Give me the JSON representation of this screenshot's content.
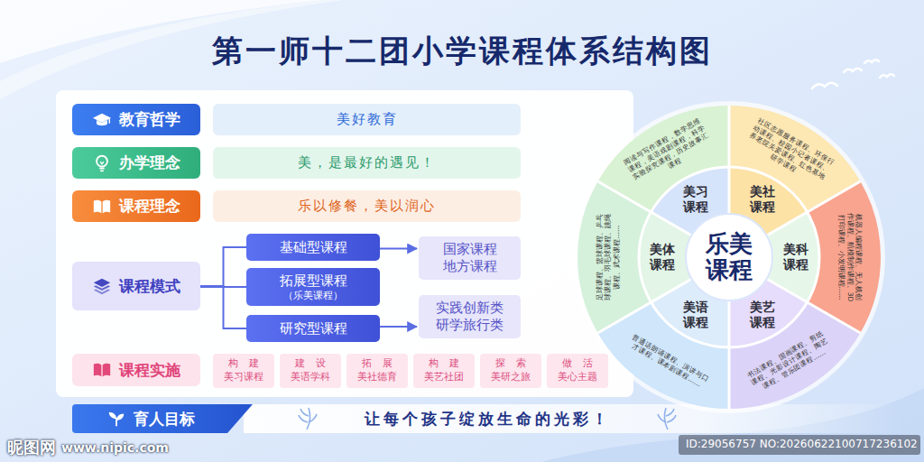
{
  "diagram": {
    "title": "第一师十二团小学课程体系结构图",
    "nodes": [
      {
        "text": [
          "教育哲学"
        ]
      },
      {
        "text": [
          "美好教育"
        ]
      },
      {
        "text": [
          "办学理念"
        ]
      },
      {
        "text": [
          "美，是最好的遇见！"
        ]
      },
      {
        "text": [
          "课程理念"
        ]
      },
      {
        "text": [
          "乐以修餐，美以润心"
        ]
      },
      {
        "text": [
          "课程模式"
        ]
      },
      {
        "text": [
          "基础型课程"
        ]
      },
      {
        "text": [
          "拓展型课程",
          "（乐美课程）"
        ]
      },
      {
        "text": [
          "研究型课程"
        ]
      },
      {
        "text": [
          "国家课程 地方课程"
        ]
      },
      {
        "text": [
          "实践创新类 研学旅行类"
        ]
      },
      {
        "text": [
          "课程实施"
        ]
      },
      {
        "text": [
          "构建",
          "美习课程"
        ]
      },
      {
        "text": [
          "建设",
          "美语学科"
        ]
      },
      {
        "text": [
          "拓展",
          "美社德育"
        ]
      },
      {
        "text": [
          "构建",
          "美艺社团"
        ]
      },
      {
        "text": [
          "探索",
          "美研之旅"
        ]
      },
      {
        "text": [
          "做活",
          "美心主题"
        ]
      },
      {
        "text": [
          "育人目标"
        ]
      },
      {
        "text": [
          "让每个孩子绽放生命的光彩！"
        ]
      },
      {
        "text": [
          "乐美课程"
        ]
      },
      {
        "text": [
          "美习课程"
        ]
      },
      {
        "text": [
          "美社课程"
        ]
      },
      {
        "text": [
          "美科课程"
        ]
      },
      {
        "text": [
          "美艺课程"
        ]
      },
      {
        "text": [
          "美语课程"
        ]
      },
      {
        "text": [
          "美体课程"
        ]
      },
      {
        "text": [
          "阅读与写作课程，数学思维课程，美语戏剧课程，科学实验探究课程，历史故事汇课程"
        ]
      },
      {
        "text": [
          "社区志愿服务课程、环保行动课程、校园小记者课程、养老院关爱课程、红色基地研学课程"
        ]
      },
      {
        "text": [
          "机器人编程课程、无人机创作课程、航模制作课程、3D打印课程、小发明课程……"
        ]
      },
      {
        "text": [
          "书法课程、国画课程、剪纸课程、光影设计课程、陶艺课程、管乐团课程……"
        ]
      },
      {
        "text": [
          "普通话朗诵课程、演讲与口才课程、课本剧课程……"
        ]
      },
      {
        "text": [
          "足球课程、篮球课程、乒乓球课程、羽毛球课程、跳绳课程、武术课程……"
        ]
      }
    ],
    "edges": [
      {
        "from": 6,
        "to": 7,
        "arrow": "none"
      },
      {
        "from": 6,
        "to": 8,
        "arrow": "none"
      },
      {
        "from": 6,
        "to": 9,
        "arrow": "none"
      },
      {
        "from": 7,
        "to": 10,
        "arrow": "to"
      },
      {
        "from": 9,
        "to": 11,
        "arrow": "to"
      }
    ],
    "labels": [
      "昵图网",
      "www.nipic.com",
      "ID:29056757 NO:20260622100717236102"
    ]
  }
}
